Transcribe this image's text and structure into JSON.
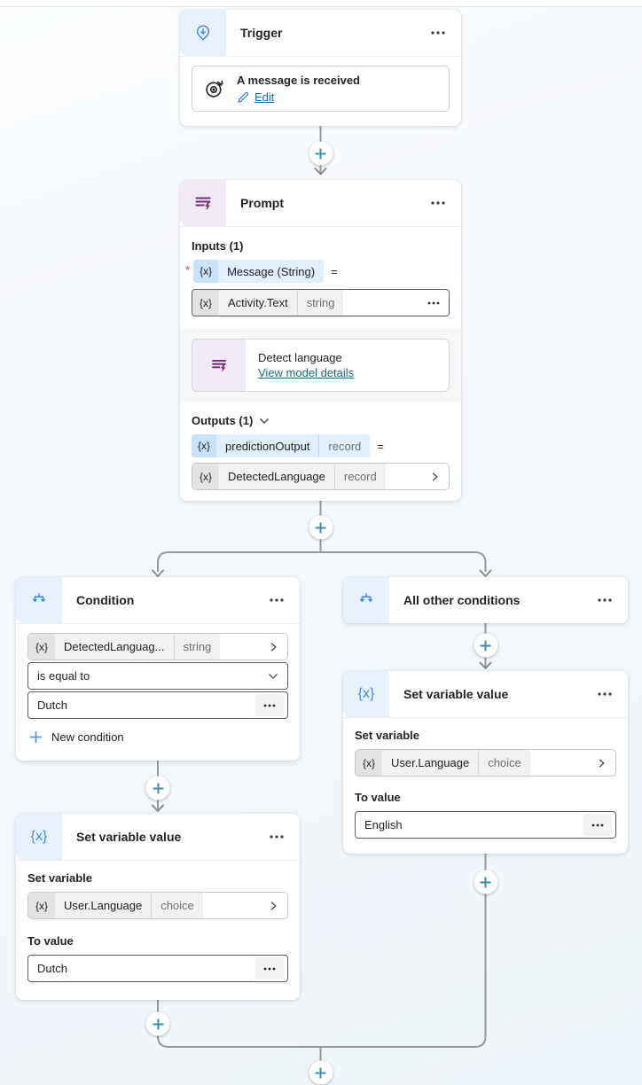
{
  "symbols": {
    "equals": "=",
    "required": "*"
  },
  "tokens": {
    "fx": "{x}"
  },
  "colors": {
    "accent_blue": "#4489E2",
    "accent_purple": "#742774",
    "plus_blue": "#3E8CBA",
    "link_blue": "#0F6CBD",
    "link_teal": "#1A6B85",
    "required_red": "#D13438",
    "connector_gray": "#999997"
  },
  "trigger": {
    "title": "Trigger",
    "card_title": "A message is received",
    "edit_label": "Edit"
  },
  "prompt": {
    "title": "Prompt",
    "inputs_label": "Inputs (1)",
    "input_name": "Message (String)",
    "value_name": "Activity.Text",
    "value_type": "string",
    "model_name": "Detect language",
    "model_link": "View model details",
    "outputs_label": "Outputs (1)",
    "output_name": "predictionOutput",
    "output_type": "record",
    "result_name": "DetectedLanguage",
    "result_type": "record"
  },
  "condition": {
    "title": "Condition",
    "operand_name": "DetectedLanguag...",
    "operand_type": "string",
    "operator": "is equal to",
    "value": "Dutch",
    "new_condition_label": "New condition"
  },
  "all_other_conditions": {
    "title": "All other conditions"
  },
  "set_variable_right": {
    "title": "Set variable value",
    "set_variable_label": "Set variable",
    "variable_name": "User.Language",
    "variable_type": "choice",
    "to_value_label": "To value",
    "value": "English"
  },
  "set_variable_left": {
    "title": "Set variable value",
    "set_variable_label": "Set variable",
    "variable_name": "User.Language",
    "variable_type": "choice",
    "to_value_label": "To value",
    "value": "Dutch"
  }
}
